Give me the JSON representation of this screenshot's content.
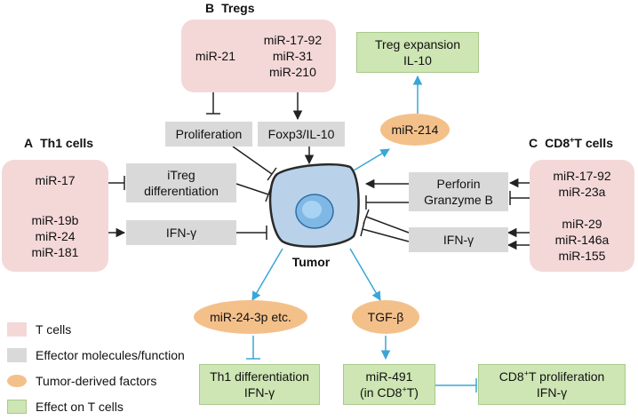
{
  "colors": {
    "tcell": "#f4d8d8",
    "effector": "#d9d9d9",
    "tumor_factor": "#f4c08a",
    "effect": "#cde6b4",
    "arrow_blue": "#3aa6d6",
    "line_dark": "#222222"
  },
  "sections": {
    "a": {
      "letter": "A",
      "title": "Th1 cells"
    },
    "b": {
      "letter": "B",
      "title": "Tregs"
    },
    "c": {
      "letter": "C",
      "title": "CD8",
      "sup": "+",
      "title_rest": "T cells"
    }
  },
  "tregs": {
    "left_mirna": "miR-21",
    "right_mirnas": [
      "miR-17-92",
      "miR-31",
      "miR-210"
    ]
  },
  "th1": {
    "top_mirna": "miR-17",
    "bottom_mirnas": [
      "miR-19b",
      "miR-24",
      "miR-181"
    ]
  },
  "cd8": {
    "top_mirnas": [
      "miR-17-92",
      "miR-23a"
    ],
    "bottom_mirnas": [
      "miR-29",
      "miR-146a",
      "miR-155"
    ]
  },
  "effectors": {
    "proliferation": "Proliferation",
    "foxp3": "Foxp3/IL-10",
    "itreg": [
      "iTreg",
      "differentiation"
    ],
    "ifn_left": "IFN-γ",
    "perforin": [
      "Perforin",
      "Granzyme B"
    ],
    "ifn_right": "IFN-γ"
  },
  "tumor_factors": {
    "mir214": "miR-214",
    "mir243p": "miR-24-3p etc.",
    "tgfb": "TGF-β"
  },
  "effects": {
    "treg_expansion": [
      "Treg expansion",
      "IL-10"
    ],
    "th1_diff": [
      "Th1 differentiation",
      "IFN-γ"
    ],
    "mir491": {
      "line1": "miR-491",
      "line2_pre": "(in CD8",
      "line2_sup": "+",
      "line2_post": "T)"
    },
    "cd8_prolif": {
      "line1_pre": "CD8",
      "line1_sup": "+",
      "line1_post": "T proliferation",
      "line2": "IFN-γ"
    }
  },
  "tumor_label": "Tumor",
  "legend": [
    "T cells",
    "Effector molecules/function",
    "Tumor-derived factors",
    "Effect on T cells"
  ]
}
